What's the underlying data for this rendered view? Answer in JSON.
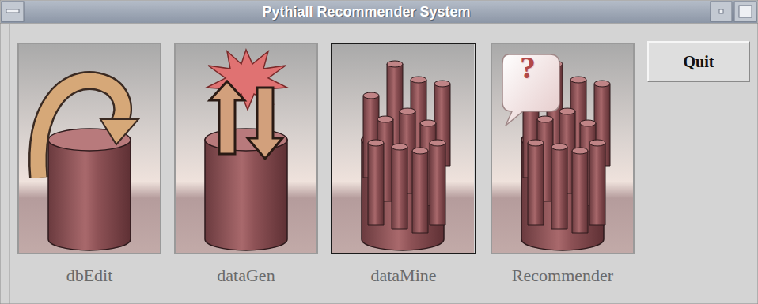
{
  "diagram": {
    "title": "PythiaII Recommender System",
    "nodes": [
      {
        "text": [
          "dbEdit"
        ]
      },
      {
        "text": [
          "dataGen"
        ]
      },
      {
        "text": [
          "dataMine"
        ]
      },
      {
        "text": [
          "Recommender"
        ]
      },
      {
        "text": [
          "Quit"
        ]
      }
    ],
    "labels": [
      "?"
    ]
  }
}
